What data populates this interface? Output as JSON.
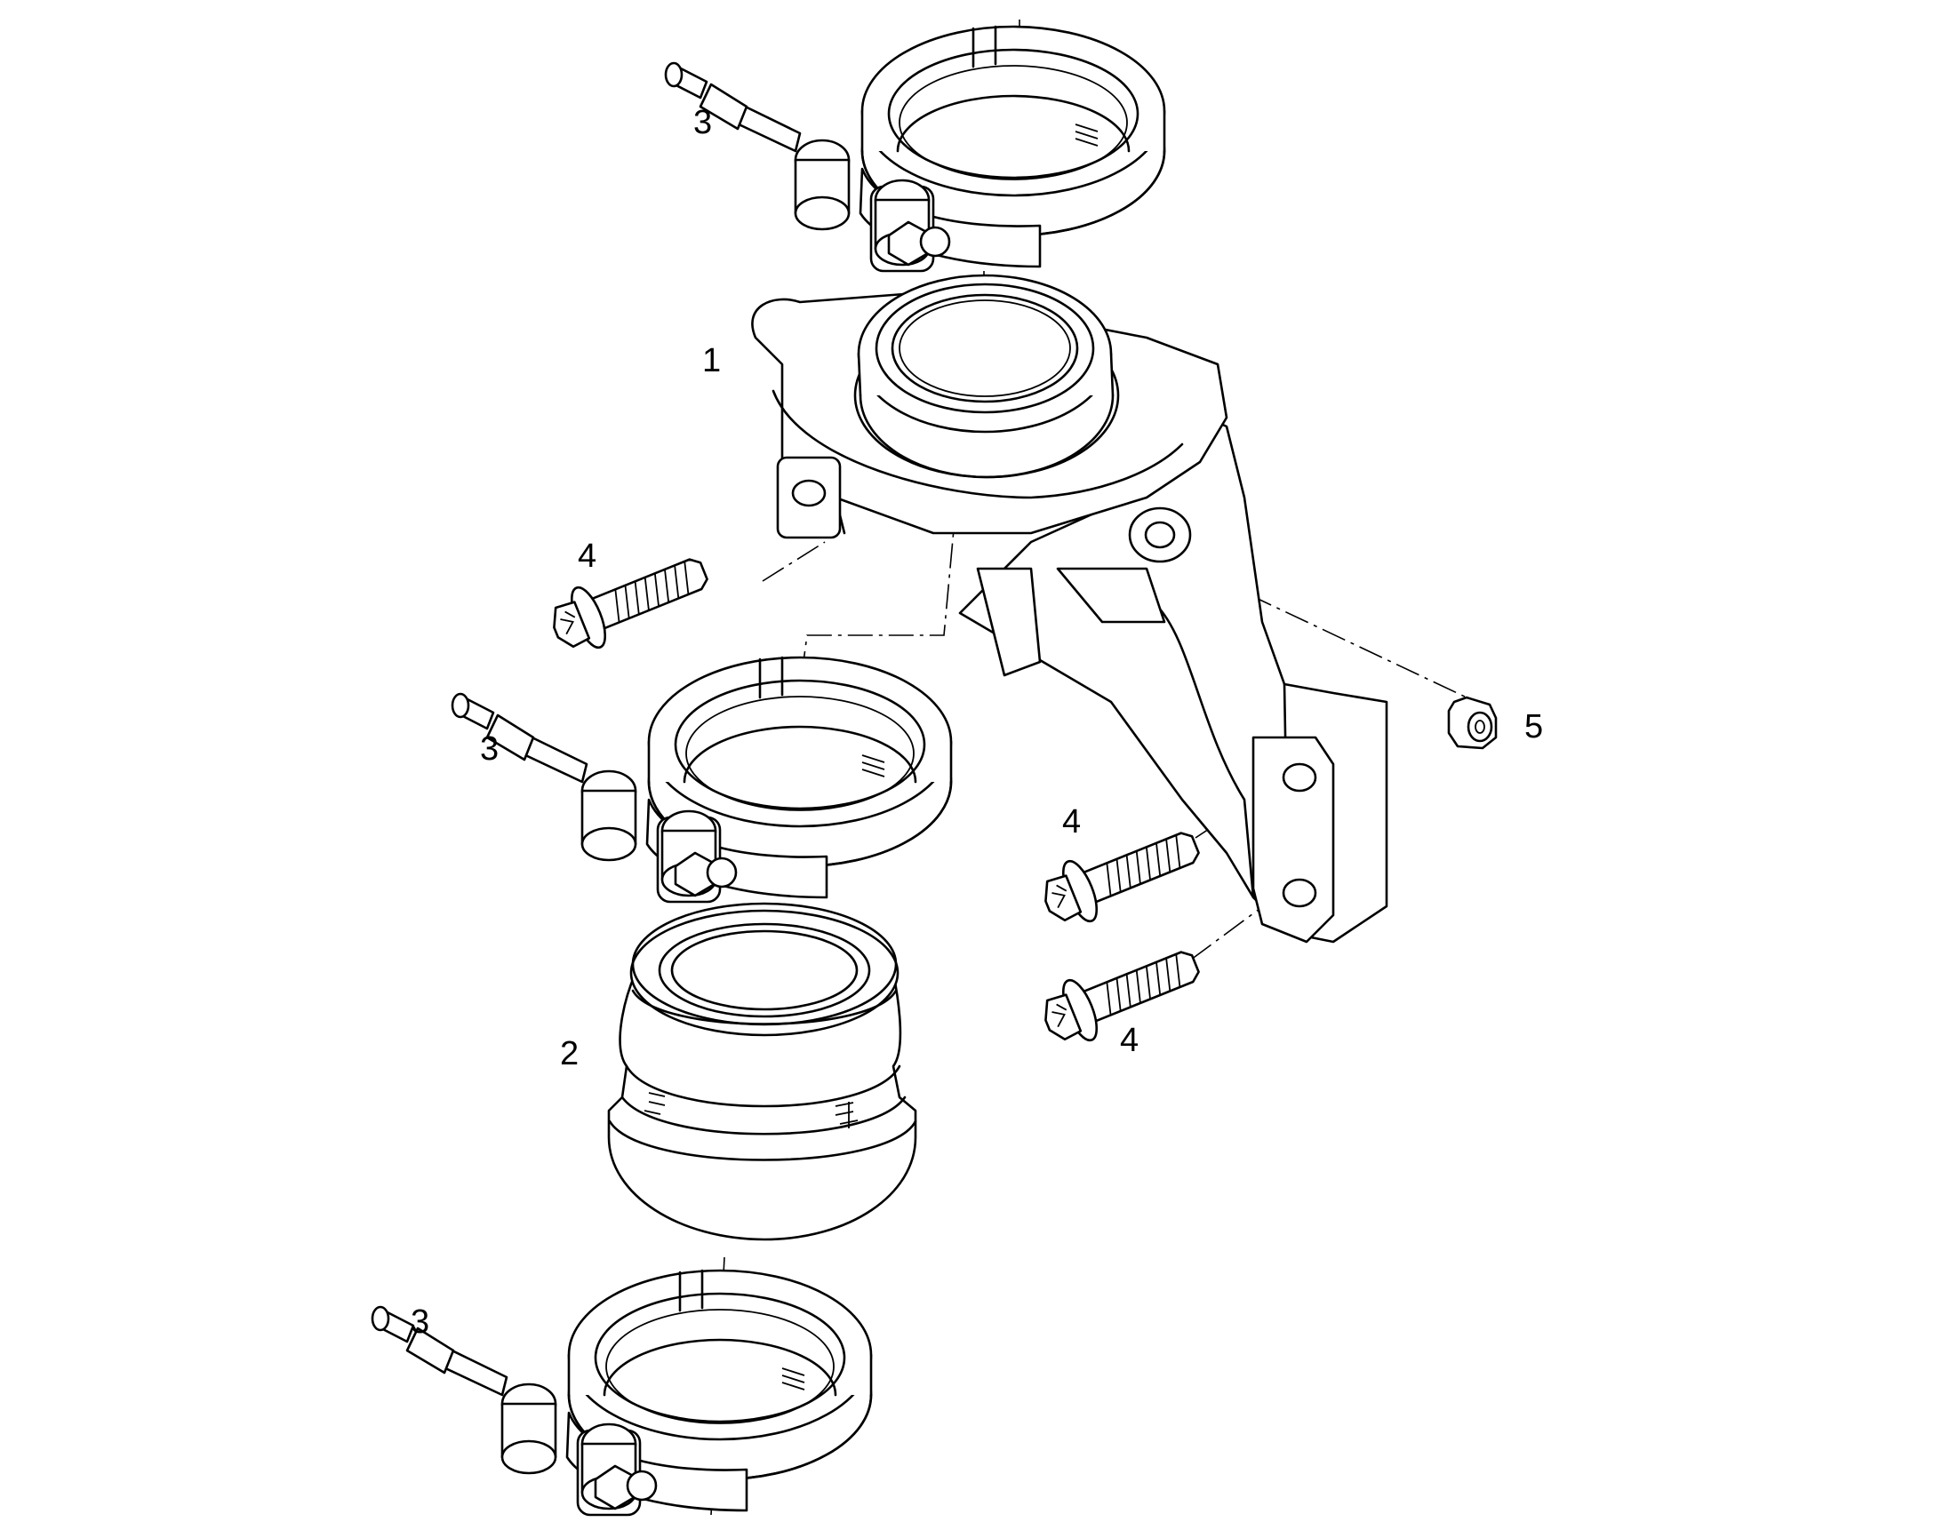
{
  "callouts": {
    "c1": "1",
    "c2": "2",
    "c3a": "3",
    "c3b": "3",
    "c3c": "3",
    "c4a": "4",
    "c4b": "4",
    "c4c": "4",
    "c5": "5"
  },
  "colors": {
    "line": "#000000",
    "background": "#ffffff"
  }
}
